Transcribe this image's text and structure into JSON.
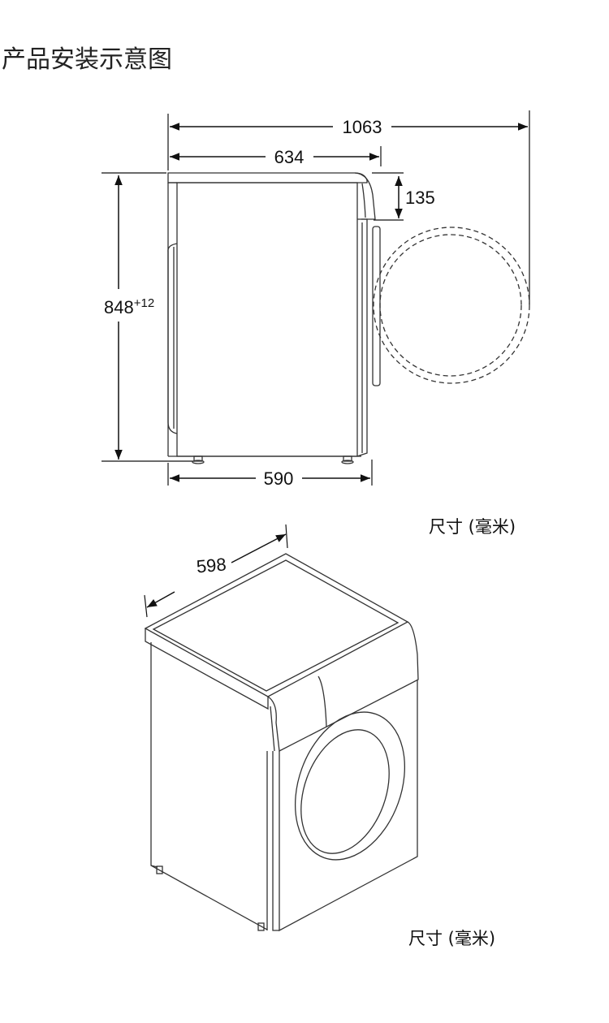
{
  "title": "产品安装示意图",
  "side_view": {
    "dim_total_depth": "1063",
    "dim_body_depth": "634",
    "dim_top_depth": "135",
    "dim_height": "848",
    "dim_height_tolerance": "+12",
    "dim_base_depth": "590",
    "unit_label": "尺寸 (毫米)"
  },
  "iso_view": {
    "dim_width": "598",
    "unit_label": "尺寸 (毫米)"
  }
}
